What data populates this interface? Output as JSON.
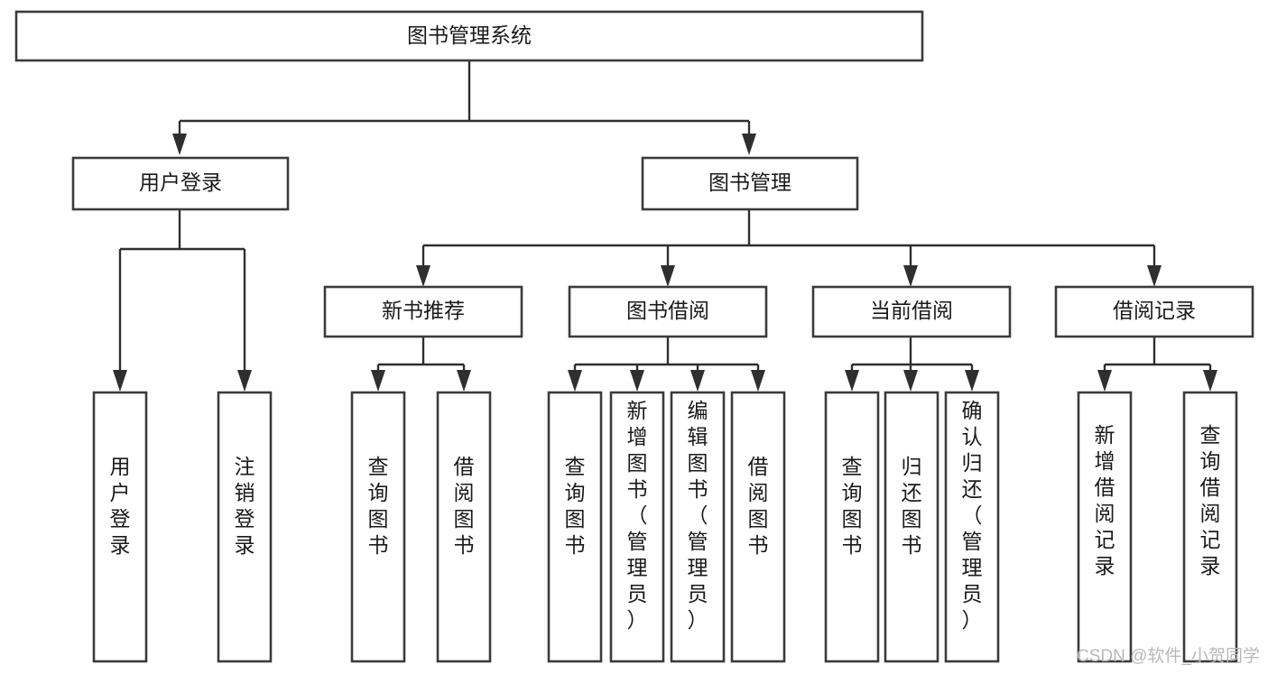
{
  "diagram": {
    "title_node": {
      "id": "root",
      "label": "图书管理系统"
    },
    "level1": [
      {
        "id": "login",
        "label": "用户登录"
      },
      {
        "id": "bookmgmt",
        "label": "图书管理"
      }
    ],
    "level2": [
      {
        "id": "newbook",
        "label": "新书推荐"
      },
      {
        "id": "borrow",
        "label": "图书借阅"
      },
      {
        "id": "current",
        "label": "当前借阅"
      },
      {
        "id": "record",
        "label": "借阅记录"
      }
    ],
    "leaves": {
      "login": [
        {
          "id": "login-user-login",
          "label": "用户登录"
        },
        {
          "id": "login-user-logout",
          "label": "注销登录"
        }
      ],
      "newbook": [
        {
          "id": "newbook-query",
          "label": "查询图书"
        },
        {
          "id": "newbook-borrow",
          "label": "借阅图书"
        }
      ],
      "borrow": [
        {
          "id": "borrow-query",
          "label": "查询图书"
        },
        {
          "id": "borrow-add",
          "label": "新增图书（管理员）"
        },
        {
          "id": "borrow-edit",
          "label": "编辑图书（管理员）"
        },
        {
          "id": "borrow-take",
          "label": "借阅图书"
        }
      ],
      "current": [
        {
          "id": "current-query",
          "label": "查询图书"
        },
        {
          "id": "current-return",
          "label": "归还图书"
        },
        {
          "id": "current-confirm",
          "label": "确认归还（管理员）"
        }
      ],
      "record": [
        {
          "id": "record-add",
          "label": "新增借阅记录"
        },
        {
          "id": "record-query",
          "label": "查询借阅记录"
        }
      ]
    },
    "watermark": "CSDN @软件_小贺同学",
    "colors": {
      "box_stroke": "#3b3b3b",
      "connector": "#2f2f2f",
      "text": "#1a1a1a",
      "background": "#ffffff",
      "watermark": "#b8b8b8"
    }
  }
}
